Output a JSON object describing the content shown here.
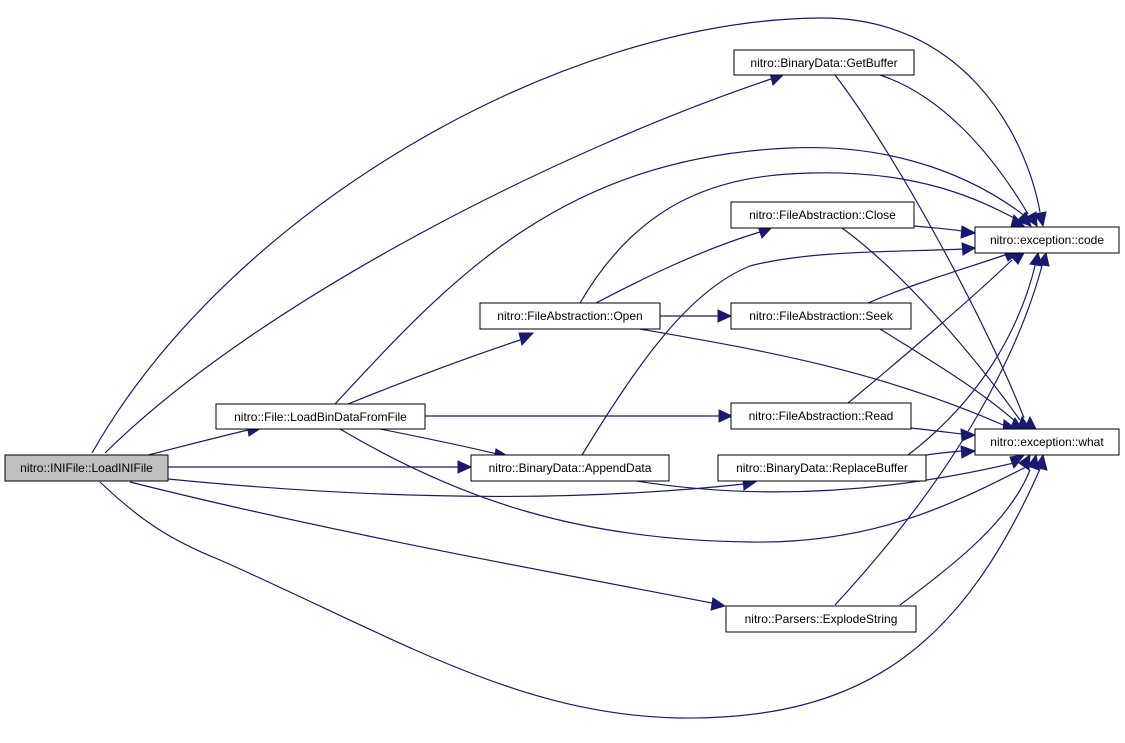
{
  "graph": {
    "nodes": {
      "loadini": "nitro::INIFile::LoadINIFile",
      "loadbin": "nitro::File::LoadBinDataFromFile",
      "open": "nitro::FileAbstraction::Open",
      "append": "nitro::BinaryData::AppendData",
      "getbuffer": "nitro::BinaryData::GetBuffer",
      "close": "nitro::FileAbstraction::Close",
      "seek": "nitro::FileAbstraction::Seek",
      "read": "nitro::FileAbstraction::Read",
      "replace": "nitro::BinaryData::ReplaceBuffer",
      "explode": "nitro::Parsers::ExplodeString",
      "code": "nitro::exception::code",
      "what": "nitro::exception::what"
    },
    "highlighted_node": "loadini",
    "colors": {
      "highlight_fill": "#bfbfbf",
      "node_fill": "#ffffff",
      "edge": "#191970"
    },
    "edges": [
      [
        "loadini",
        "loadbin"
      ],
      [
        "loadini",
        "append"
      ],
      [
        "loadini",
        "replace"
      ],
      [
        "loadini",
        "explode"
      ],
      [
        "loadini",
        "getbuffer"
      ],
      [
        "loadini",
        "code"
      ],
      [
        "loadini",
        "what"
      ],
      [
        "loadbin",
        "open"
      ],
      [
        "loadbin",
        "append"
      ],
      [
        "loadbin",
        "read"
      ],
      [
        "loadbin",
        "code"
      ],
      [
        "loadbin",
        "what"
      ],
      [
        "open",
        "close"
      ],
      [
        "open",
        "seek"
      ],
      [
        "open",
        "code"
      ],
      [
        "open",
        "what"
      ],
      [
        "append",
        "code"
      ],
      [
        "append",
        "what"
      ],
      [
        "getbuffer",
        "code"
      ],
      [
        "getbuffer",
        "what"
      ],
      [
        "close",
        "code"
      ],
      [
        "close",
        "what"
      ],
      [
        "seek",
        "code"
      ],
      [
        "seek",
        "what"
      ],
      [
        "read",
        "code"
      ],
      [
        "read",
        "what"
      ],
      [
        "replace",
        "code"
      ],
      [
        "replace",
        "what"
      ],
      [
        "explode",
        "code"
      ],
      [
        "explode",
        "what"
      ]
    ]
  }
}
